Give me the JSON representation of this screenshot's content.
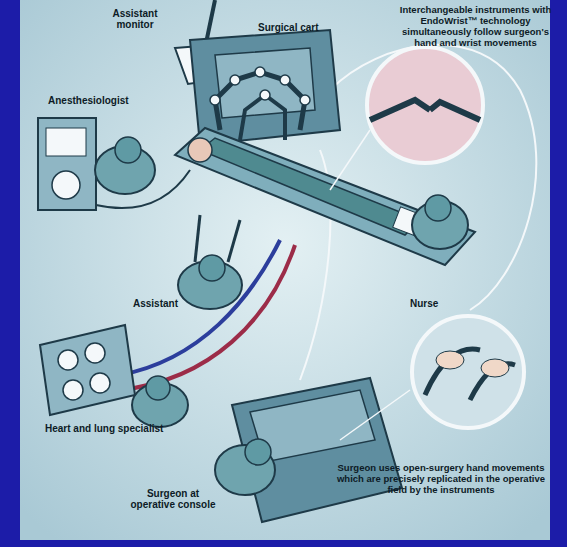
{
  "diagram": {
    "labels": [
      "Assistant monitor",
      "Surgical cart",
      "Interchangeable instruments with EndoWrist™ technology simultaneously follow surgeon's hand and wrist movements",
      "Anesthesiologist",
      "Assistant",
      "Nurse",
      "Heart and lung specialist",
      "Surgeon at operative console",
      "Surgeon uses open-surgery hand movements which are precisely replicated in the operative field by the instruments"
    ]
  }
}
